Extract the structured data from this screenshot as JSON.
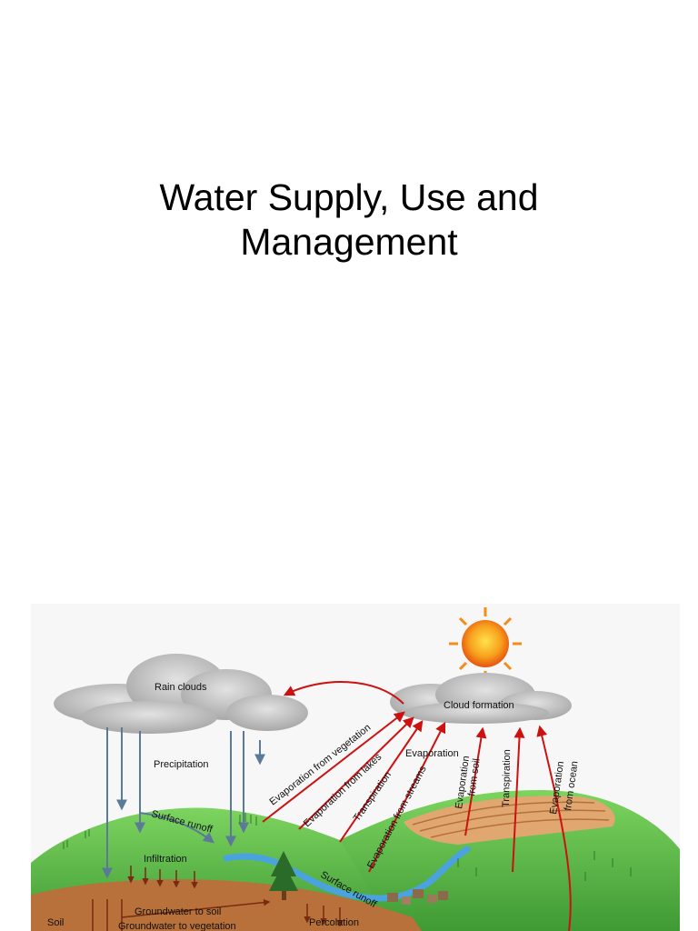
{
  "slide": {
    "title_line1": "Water Supply, Use and",
    "title_line2": "Management"
  },
  "diagram": {
    "labels": {
      "rain_clouds": "Rain clouds",
      "cloud_formation": "Cloud formation",
      "precipitation": "Precipitation",
      "evaporation": "Evaporation",
      "evaporation_from_vegetation": "Evaporation from vegetation",
      "evaporation_from_lakes": "Evaporation from lakes",
      "transpiration_1": "Transpiration",
      "evaporation_from_streams": "Evaporation from streams",
      "evaporation_from_soil_1": "Evaporation",
      "evaporation_from_soil_2": "from soil",
      "transpiration_2": "Transpiration",
      "evaporation_from_ocean_1": "Evaporation",
      "evaporation_from_ocean_2": "from ocean",
      "surface_runoff_1": "Surface runoff",
      "surface_runoff_2": "Surface runoff",
      "infiltration": "Infiltration",
      "groundwater_to_soil": "Groundwater to soil",
      "groundwater_to_vegetation": "Groundwater to vegetation",
      "percolation": "Percolation",
      "soil": "Soil"
    },
    "colors": {
      "arrow_red": "#cc1111",
      "arrow_blue": "#5a7a98",
      "ground_green": "#5cb84a",
      "soil_brown": "#b8713a",
      "water_blue": "#4aa3df",
      "cloud_gray": "#c8c8c8",
      "sun_orange": "#f7941d"
    }
  }
}
